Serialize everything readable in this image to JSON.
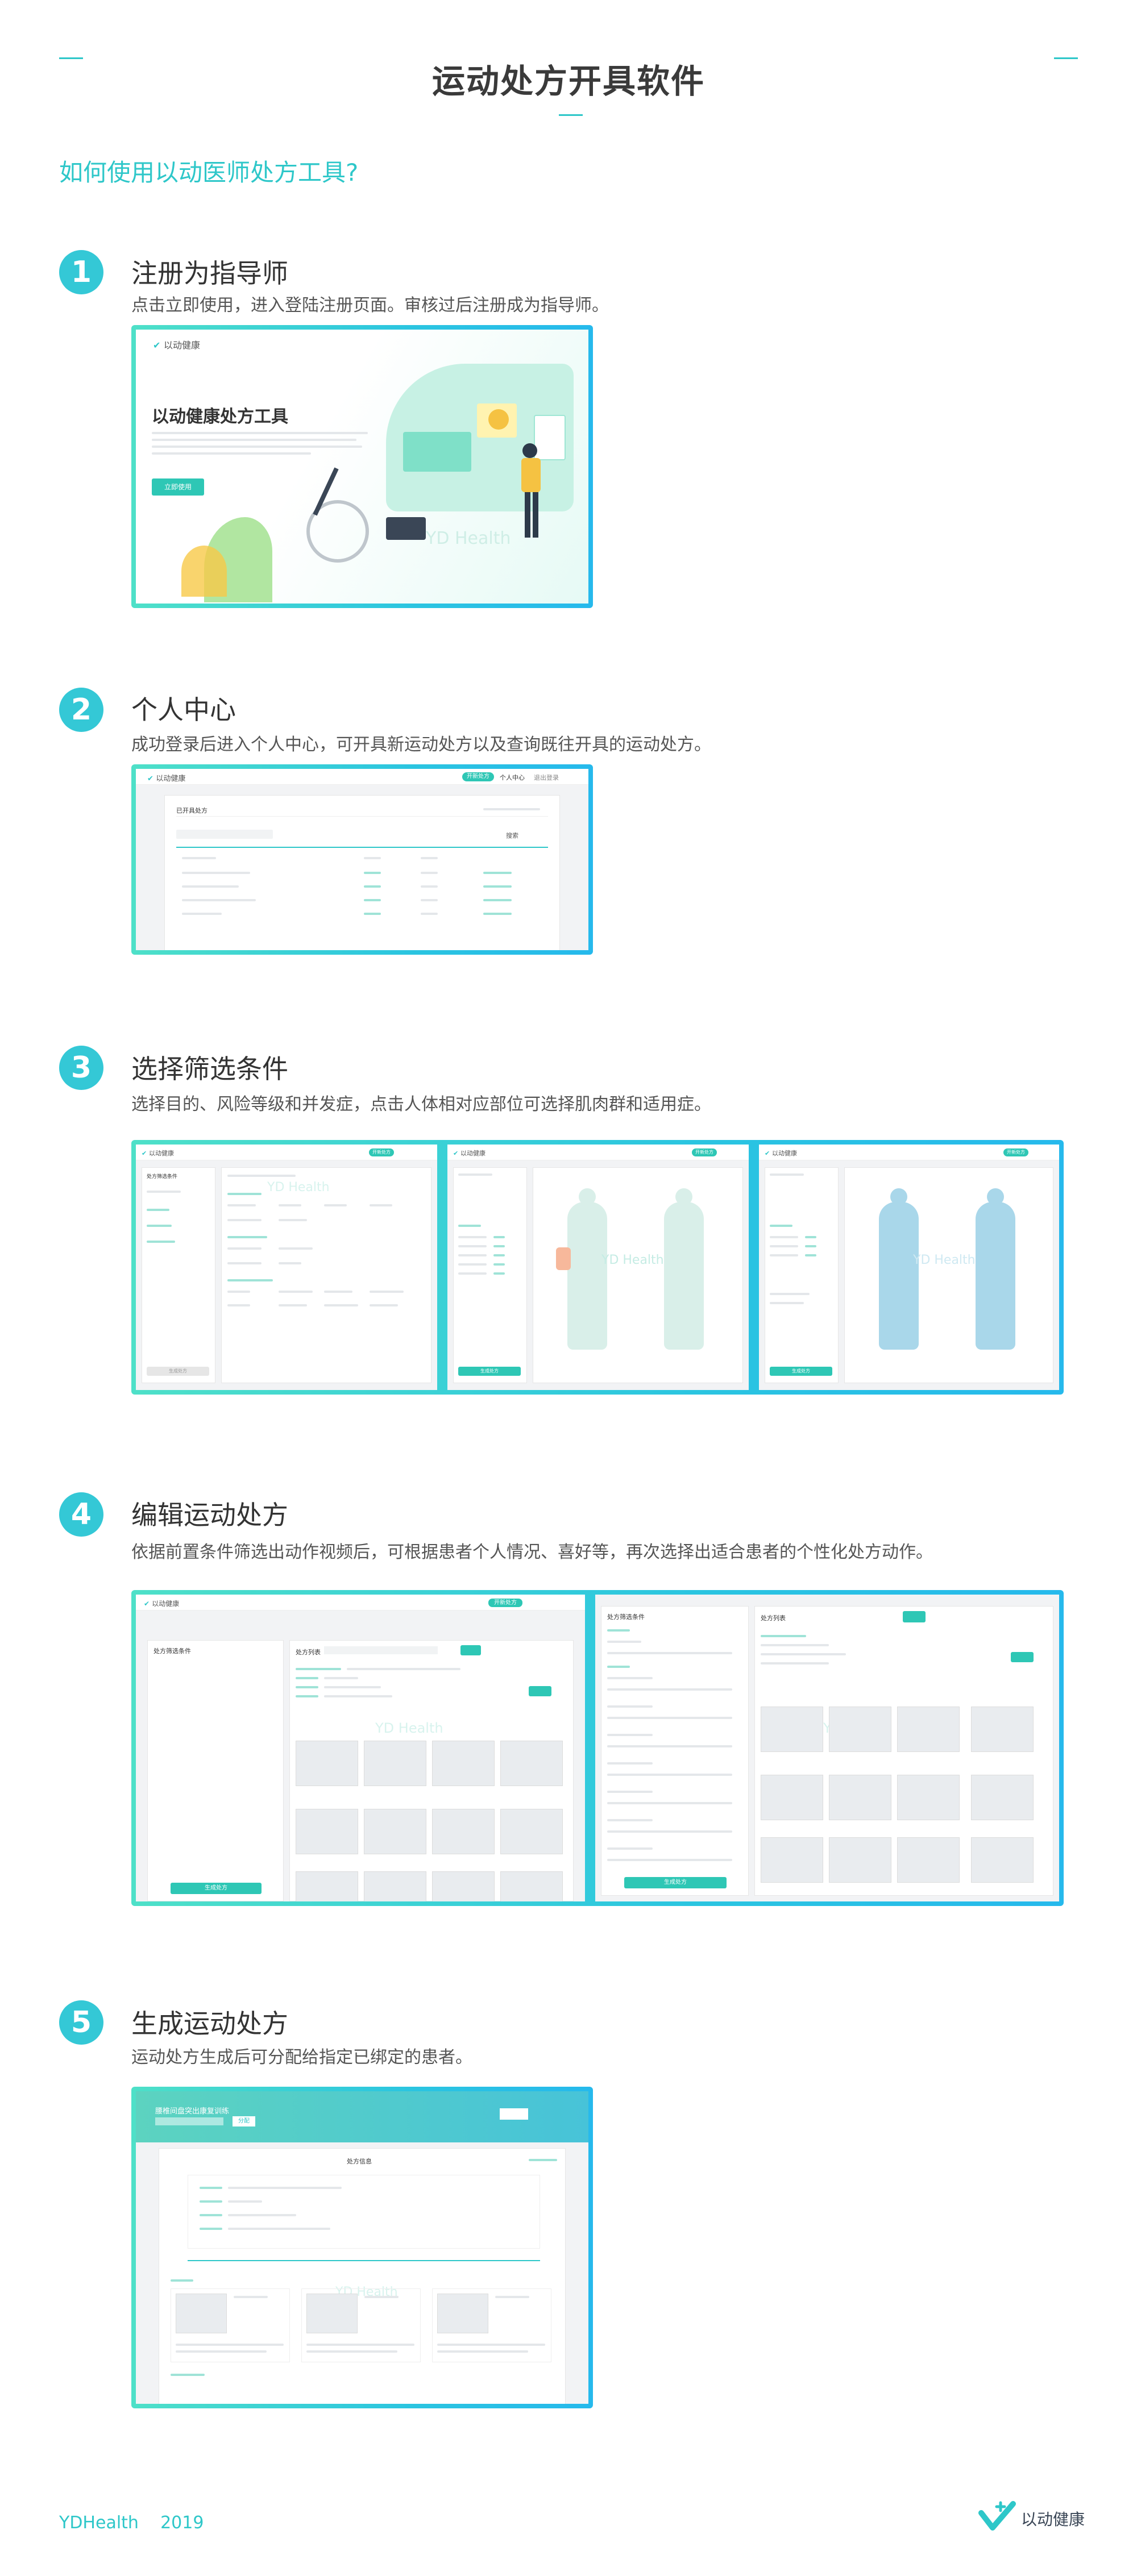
{
  "page": {
    "title": "运动处方开具软件",
    "howto": "如何使用以动医师处方工具?"
  },
  "steps": [
    {
      "num": "1",
      "title": "注册为指导师",
      "desc": "点击立即使用，进入登陆注册页面。审核过后注册成为指导师。"
    },
    {
      "num": "2",
      "title": "个人中心",
      "desc": "成功登录后进入个人中心，可开具新运动处方以及查询既往开具的运动处方。"
    },
    {
      "num": "3",
      "title": "选择筛选条件",
      "desc": "选择目的、风险等级和并发症，点击人体相对应部位可选择肌肉群和适用症。"
    },
    {
      "num": "4",
      "title": "编辑运动处方",
      "desc": "依据前置条件筛选出动作视频后，可根据患者个人情况、喜好等，再次选择出适合患者的个性化处方动作。"
    },
    {
      "num": "5",
      "title": "生成运动处方",
      "desc": "运动处方生成后可分配给指定已绑定的患者。"
    }
  ],
  "screens": {
    "brand": "以动健康",
    "watermark": "YD Health",
    "s1": {
      "heading": "以动健康处方工具",
      "cta": "立即使用"
    },
    "s2": {
      "nav_btn": "开新处方",
      "nav_user": "个人中心",
      "nav_logout": "退出登录",
      "section": "已开具处方",
      "search_btn": "搜索"
    },
    "s3": {
      "btn": "开新处方",
      "left_title": "处方筛选条件",
      "bottom_btn": "生成处方"
    },
    "s4": {
      "btn": "开新处方",
      "left_title": "处方筛选条件",
      "search_label": "处方列表",
      "add_btn": "生成处方"
    },
    "s5": {
      "header": "腰椎间盘突出康复训练",
      "btn": "分配",
      "section": "处方信息"
    }
  },
  "footer": {
    "left": "YDHealth    2019",
    "brand": "以动健康"
  },
  "colors": {
    "accent": "#2ec7c9",
    "frame_start": "#4ee0c8",
    "frame_end": "#26b9ec"
  }
}
